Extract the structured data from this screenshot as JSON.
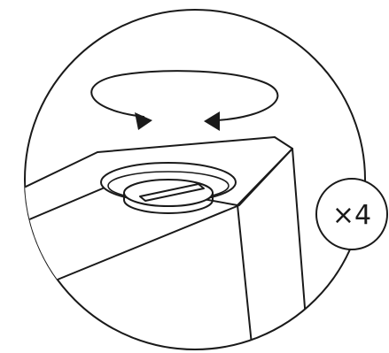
{
  "illustration": {
    "subject": "tighten-screw-under-surface",
    "rotation_direction": "clockwise",
    "quantity_badge": {
      "text": "×4"
    },
    "colors": {
      "line": "#1a1a1a",
      "background": "#ffffff"
    }
  }
}
